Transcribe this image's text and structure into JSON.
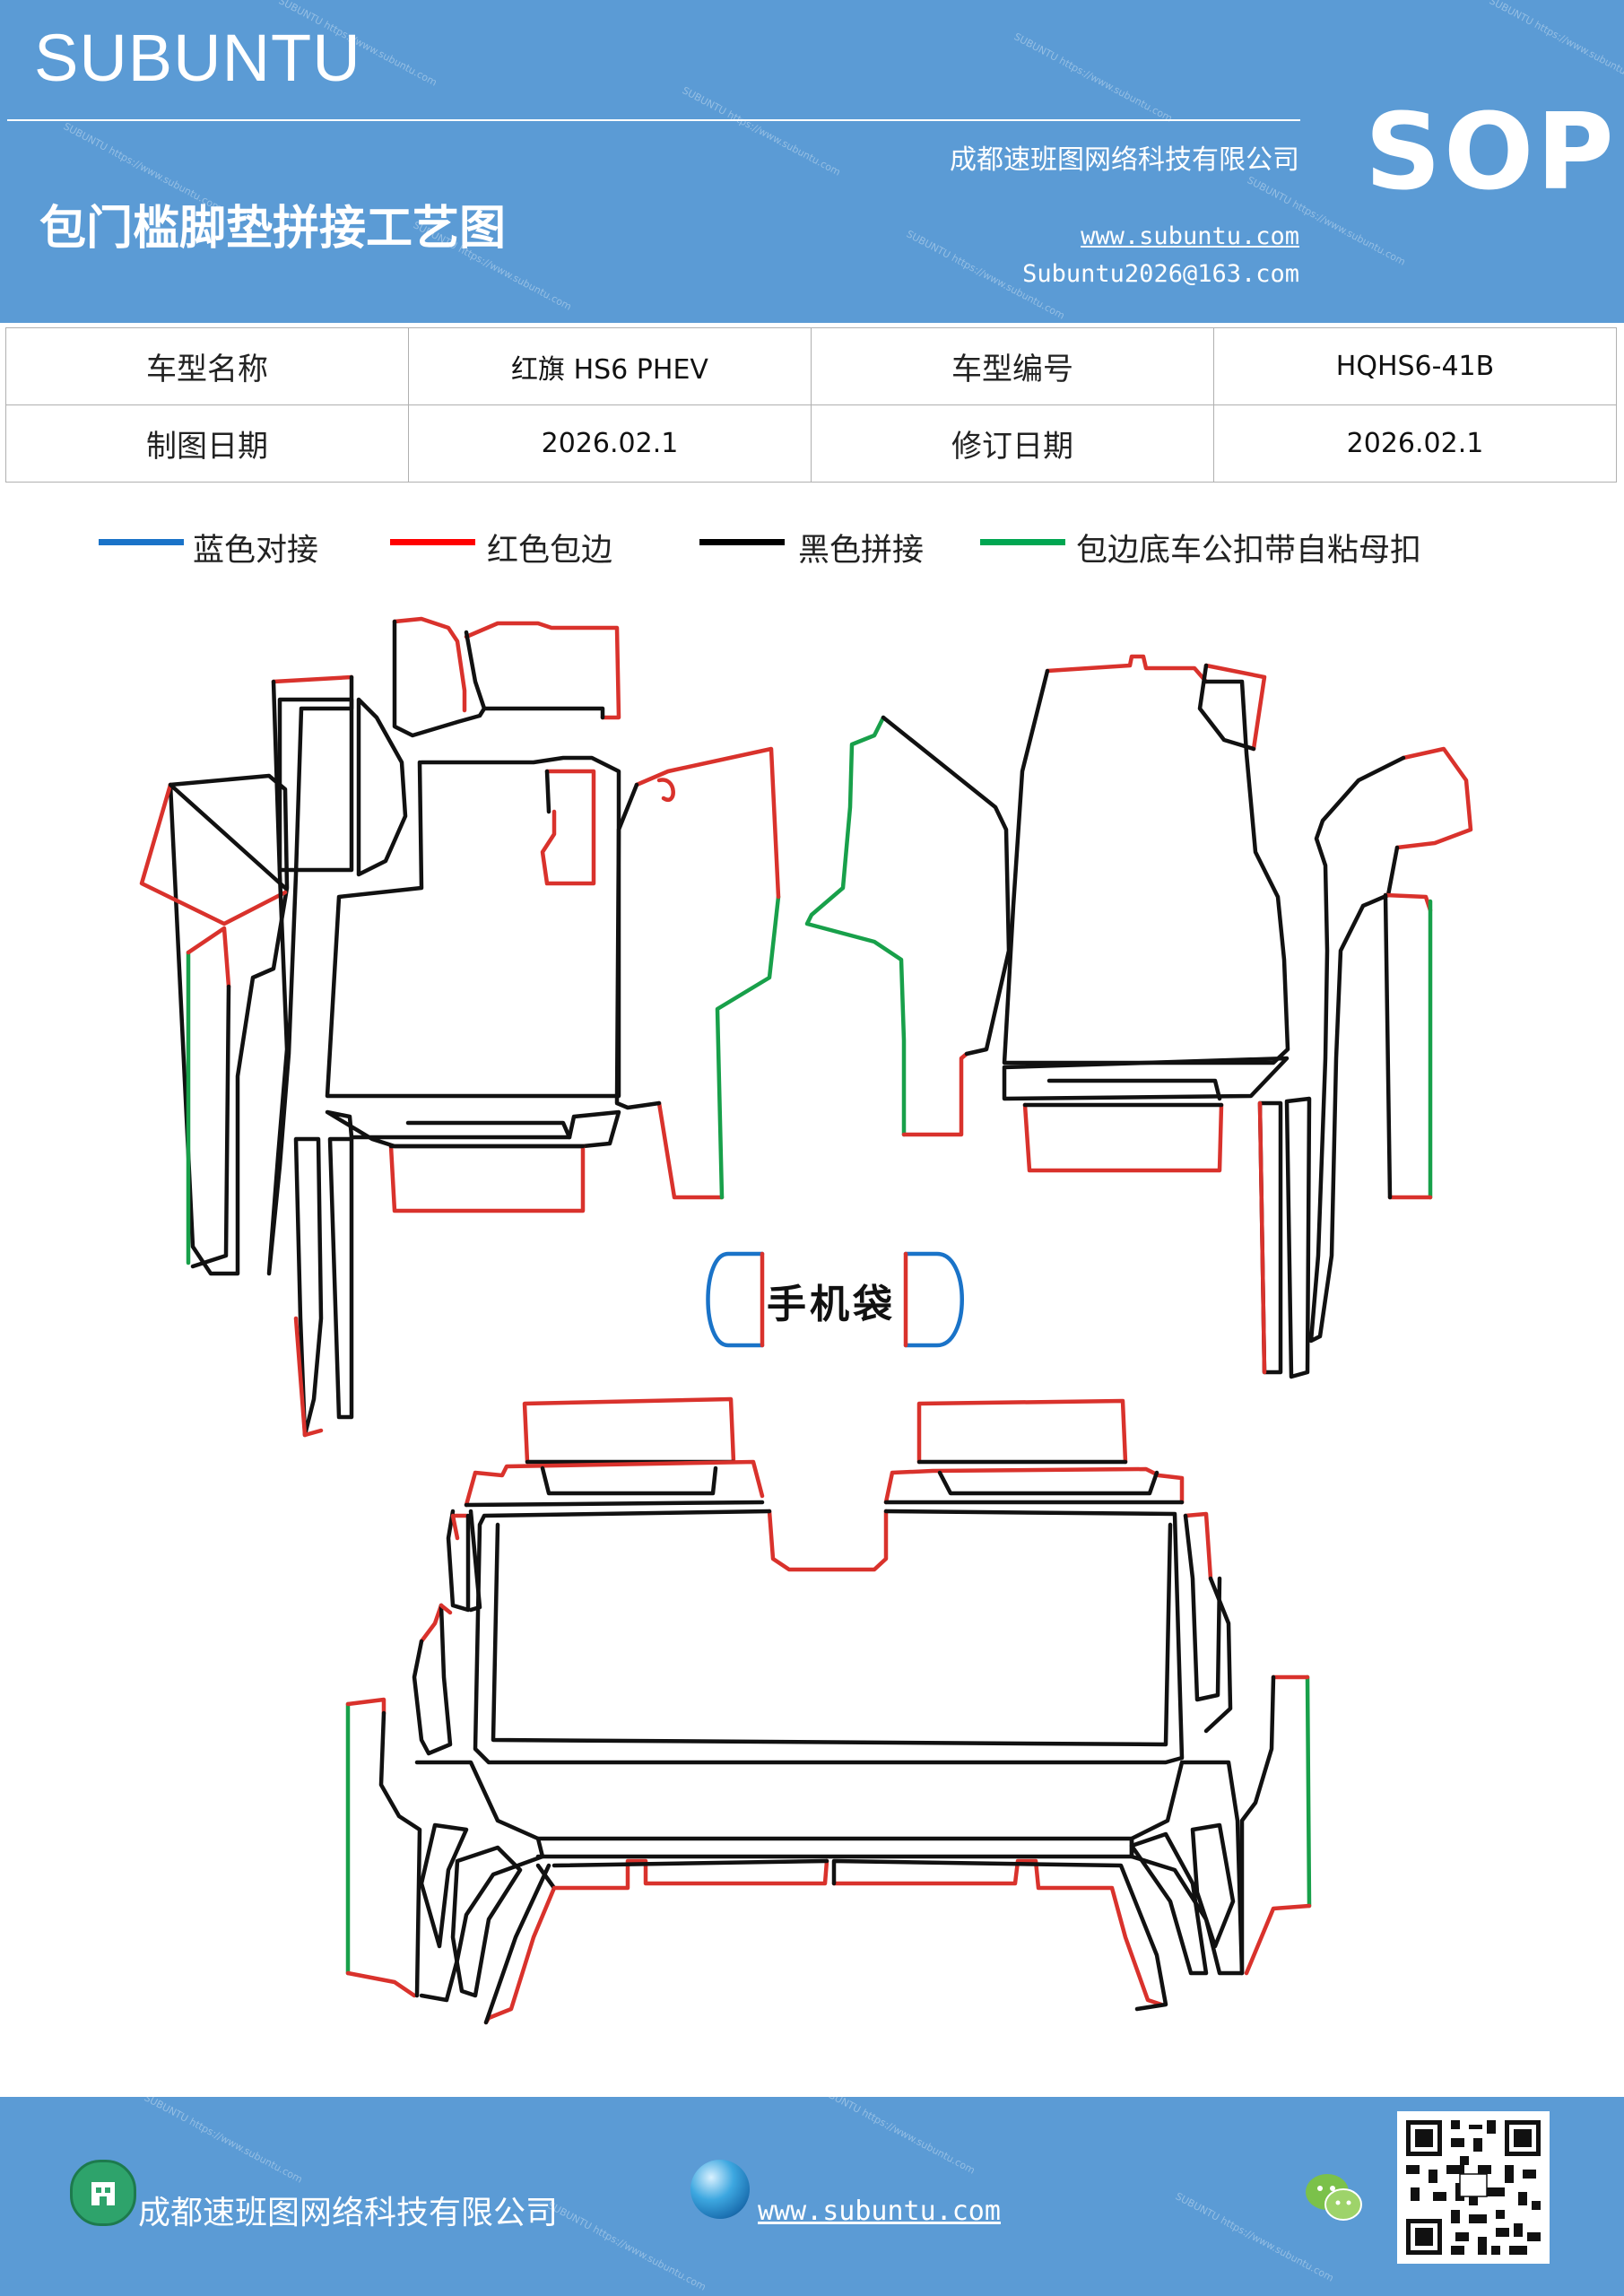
{
  "header": {
    "brand": "SUBUNTU",
    "title": "包门槛脚垫拼接工艺图",
    "company": "成都速班图网络科技有限公司",
    "website": "www.subuntu.com",
    "email": "Subuntu2026@163.com",
    "badge": "SOP"
  },
  "info_table": {
    "rows": [
      [
        "车型名称",
        "红旗 HS6  PHEV",
        "车型编号",
        "HQHS6-41B"
      ],
      [
        "制图日期",
        "2026.02.1",
        "修订日期",
        "2026.02.1"
      ]
    ]
  },
  "legend": [
    {
      "label": "蓝色对接",
      "color": "#1a73c8"
    },
    {
      "label": "红色包边",
      "color": "#ff0000"
    },
    {
      "label": "黑色拼接",
      "color": "#000000"
    },
    {
      "label": "包边底车公扣带自粘母扣",
      "color": "#00a651"
    }
  ],
  "drawing": {
    "phone_bag_label": "手机袋",
    "colors": {
      "blue": "#1a73c8",
      "red": "#d9322c",
      "black": "#111111",
      "green": "#18a04a"
    }
  },
  "footer": {
    "company": "成都速班图网络科技有限公司",
    "website": "www.subuntu.com",
    "icons": [
      "company-icon",
      "globe-icon",
      "wechat-icon",
      "qr-code"
    ]
  },
  "watermark": "SUBUNTU https://www.subuntu.com"
}
